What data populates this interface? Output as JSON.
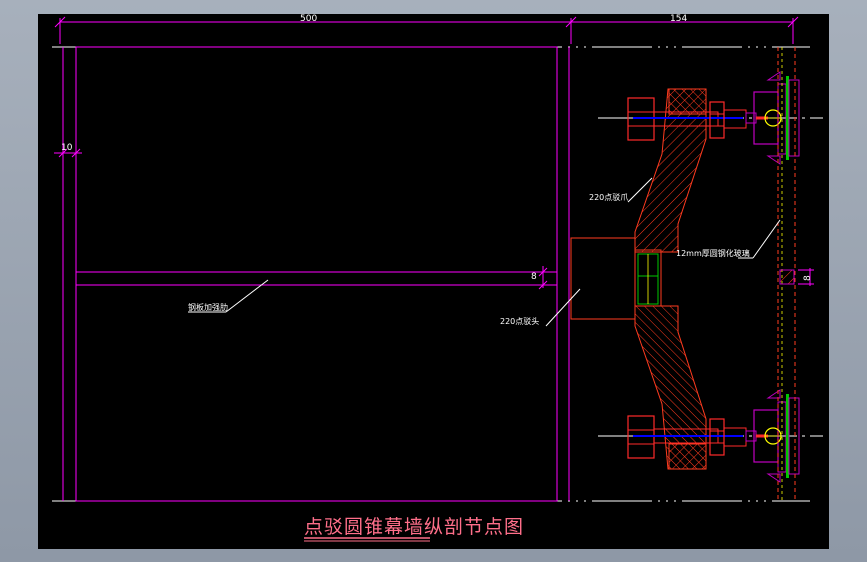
{
  "dimensions": {
    "top_left": "500",
    "top_right": "154",
    "left_small": "10",
    "mid_small": "8",
    "right_small": "8"
  },
  "labels": {
    "claw": "220点驳爪",
    "joint": "220点驳头",
    "glass": "12mm厚圆钢化玻璃",
    "rib": "钢板加强肋"
  },
  "title": "点驳圆锥幕墙纵剖节点图",
  "colors": {
    "background": "#000000",
    "frame_line": "#ff00ff",
    "part": "#ff3b1f",
    "hatch": "#ff3b1f",
    "bolt": "#ff2a2a",
    "bolt_core": "#0000ff",
    "washer": "#c000c0",
    "ball": "#ffff00",
    "green": "#00c800",
    "title": "#ff6f8a"
  }
}
